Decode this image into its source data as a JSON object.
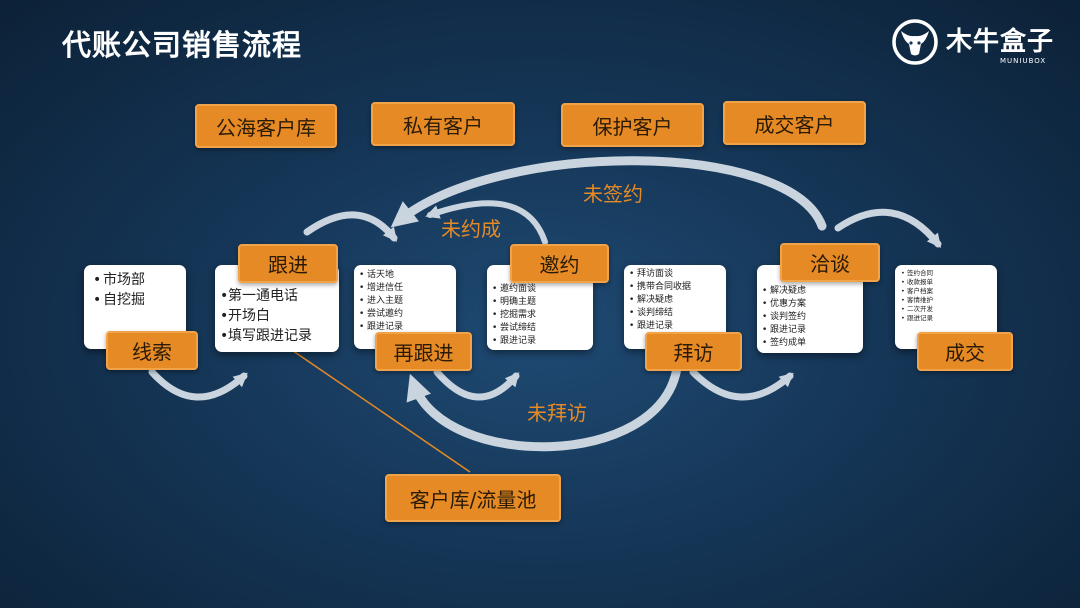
{
  "page": {
    "title": "代账公司销售流程",
    "logo_text": "木牛盒子",
    "logo_sub": "MUNIUBOX"
  },
  "pools": [
    "公海客户库",
    "私有客户",
    "保护客户",
    "成交客户"
  ],
  "stages": [
    {
      "label": "线索",
      "items": [
        "市场部",
        "自挖掘"
      ]
    },
    {
      "label": "跟进",
      "items": [
        "第一通电话",
        "开场白",
        "填写跟进记录"
      ]
    },
    {
      "label": "再跟进",
      "items": [
        "话天地",
        "增进信任",
        "进入主题",
        "尝试邀约",
        "跟进记录"
      ]
    },
    {
      "label": "邀约",
      "items": [
        "邀约面谈",
        "明确主题",
        "挖掘需求",
        "尝试缔结",
        "跟进记录"
      ]
    },
    {
      "label": "拜访",
      "items": [
        "拜访面谈",
        "携带合同收据",
        "解决疑虑",
        "谈判缔结",
        "跟进记录"
      ]
    },
    {
      "label": "洽谈",
      "items": [
        "解决疑虑",
        "优惠方案",
        "谈判签约",
        "跟进记录",
        "签约成单"
      ]
    },
    {
      "label": "成交",
      "items": [
        "签约合同",
        "收款报单",
        "客户档案",
        "客情维护",
        "二次开发",
        "跟进记录"
      ]
    }
  ],
  "loops": {
    "not_signed": "未签约",
    "not_booked": "未约成",
    "not_visited": "未拜访"
  },
  "callout": "客户库/流量池",
  "colors": {
    "accent": "#e58a25",
    "arrow": "#c9d4de",
    "background": "#153657"
  },
  "icons": [
    "bull-head-logo-icon",
    "curved-arrow-icon"
  ]
}
